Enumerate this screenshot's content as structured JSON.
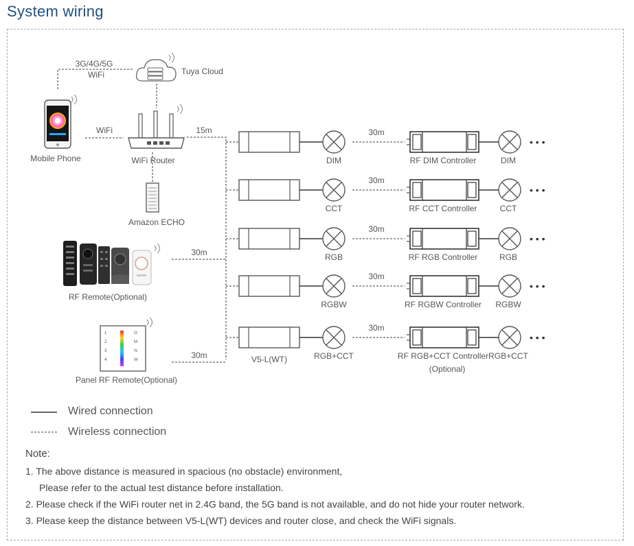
{
  "title": "System wiring",
  "devices": {
    "network_label_line1": "3G/4G/5G",
    "network_label_line2": "WiFi",
    "cloud": "Tuya Cloud",
    "phone": "Mobile Phone",
    "phone_link": "WiFi",
    "router": "WiFi Router",
    "router_distance": "15m",
    "echo": "Amazon ECHO",
    "rf_remote": "RF Remote(Optional)",
    "rf_remote_distance": "30m",
    "panel_remote": "Panel RF Remote(Optional)",
    "panel_remote_distance": "30m",
    "panel_keys": [
      "1",
      "2",
      "3",
      "4"
    ],
    "panel_icons": [
      "O",
      "M",
      "%",
      "W"
    ]
  },
  "rows": [
    {
      "light": "DIM",
      "distance": "30m",
      "controller": "RF DIM Controller",
      "end_light": "DIM"
    },
    {
      "light": "CCT",
      "distance": "30m",
      "controller": "RF CCT Controller",
      "end_light": "CCT"
    },
    {
      "light": "RGB",
      "distance": "30m",
      "controller": "RF RGB Controller",
      "end_light": "RGB"
    },
    {
      "light": "RGBW",
      "distance": "30m",
      "controller": "RF RGBW Controller",
      "end_light": "RGBW"
    },
    {
      "light": "RGB+CCT",
      "distance": "30m",
      "controller": "RF RGB+CCT Controller",
      "controller_note": "(Optional)",
      "end_light": "RGB+CCT"
    }
  ],
  "module_label": "V5-L(WT)",
  "ellipsis": "• • •",
  "legend": {
    "wired": "Wired connection",
    "wireless": "Wireless connection"
  },
  "notes": {
    "heading": "Note:",
    "items": [
      "1. The above distance is measured in spacious (no obstacle) environment,",
      "Please refer to the actual test distance before installation.",
      "2. Please check if the WiFi router net in 2.4G band, the 5G band is not available, and do not hide your router network.",
      "3. Please keep the distance between V5-L(WT) devices and router close, and check the WiFi signals."
    ]
  }
}
